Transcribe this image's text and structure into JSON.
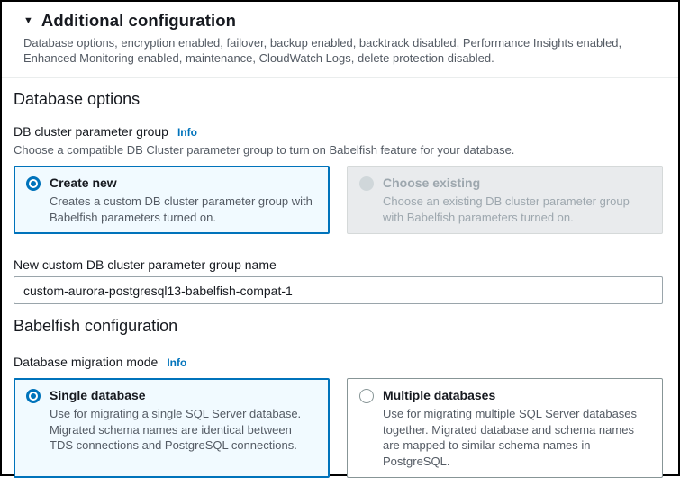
{
  "colors": {
    "accent": "#0073bb",
    "selected_card_bg": "#f1faff",
    "disabled_card_bg": "#e9ebed",
    "text_dark": "#16191f",
    "text_gray": "#545b64"
  },
  "header": {
    "title": "Additional configuration",
    "description": "Database options, encryption enabled, failover, backup enabled, backtrack disabled, Performance Insights enabled, Enhanced Monitoring enabled, maintenance, CloudWatch Logs, delete protection disabled."
  },
  "database_options": {
    "heading": "Database options",
    "parameter_group": {
      "label": "DB cluster parameter group",
      "info_label": "Info",
      "help": "Choose a compatible DB Cluster parameter group to turn on Babelfish feature for your database.",
      "options": [
        {
          "title": "Create new",
          "description": "Creates a custom DB cluster parameter group with Babelfish parameters turned on.",
          "selected": true,
          "disabled": false
        },
        {
          "title": "Choose existing",
          "description": "Choose an existing DB cluster parameter group with Babelfish parameters turned on.",
          "selected": false,
          "disabled": true
        }
      ]
    },
    "new_group_name": {
      "label": "New custom DB cluster parameter group name",
      "value": "custom-aurora-postgresql13-babelfish-compat-1"
    }
  },
  "babelfish": {
    "heading": "Babelfish configuration",
    "migration_mode": {
      "label": "Database migration mode",
      "info_label": "Info",
      "options": [
        {
          "title": "Single database",
          "description": "Use for migrating a single SQL Server database. Migrated schema names are identical between TDS connections and PostgreSQL connections.",
          "selected": true,
          "disabled": false
        },
        {
          "title": "Multiple databases",
          "description": "Use for migrating multiple SQL Server databases together. Migrated database and schema names are mapped to similar schema names in PostgreSQL.",
          "selected": false,
          "disabled": false
        }
      ]
    }
  }
}
